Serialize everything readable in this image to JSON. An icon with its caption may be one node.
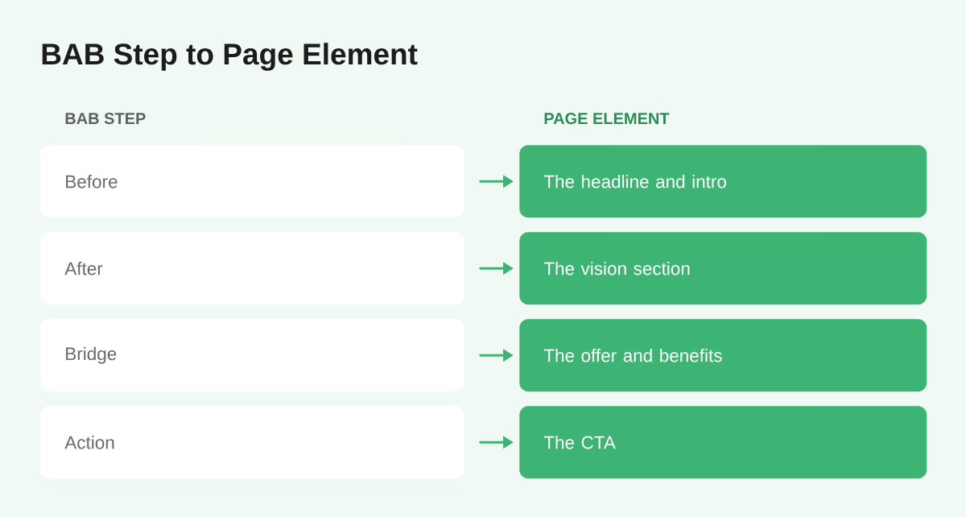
{
  "diagram": {
    "title": "BAB Step to Page Element",
    "nodes": [
      {
        "text": [
          "Before"
        ]
      },
      {
        "text": [
          "The headline and intro"
        ]
      },
      {
        "text": [
          "After"
        ]
      },
      {
        "text": [
          "The vision section"
        ]
      },
      {
        "text": [
          "Bridge"
        ]
      },
      {
        "text": [
          "The offer and benefits"
        ]
      },
      {
        "text": [
          "Action"
        ]
      },
      {
        "text": [
          "The CTA"
        ]
      }
    ],
    "edges": [
      {
        "from": 0,
        "to": 1,
        "arrow": "to"
      },
      {
        "from": 2,
        "to": 3,
        "arrow": "to"
      },
      {
        "from": 4,
        "to": 5,
        "arrow": "to"
      },
      {
        "from": 6,
        "to": 7,
        "arrow": "to"
      }
    ],
    "labels": [
      "BAB STEP",
      "PAGE ELEMENT"
    ]
  }
}
